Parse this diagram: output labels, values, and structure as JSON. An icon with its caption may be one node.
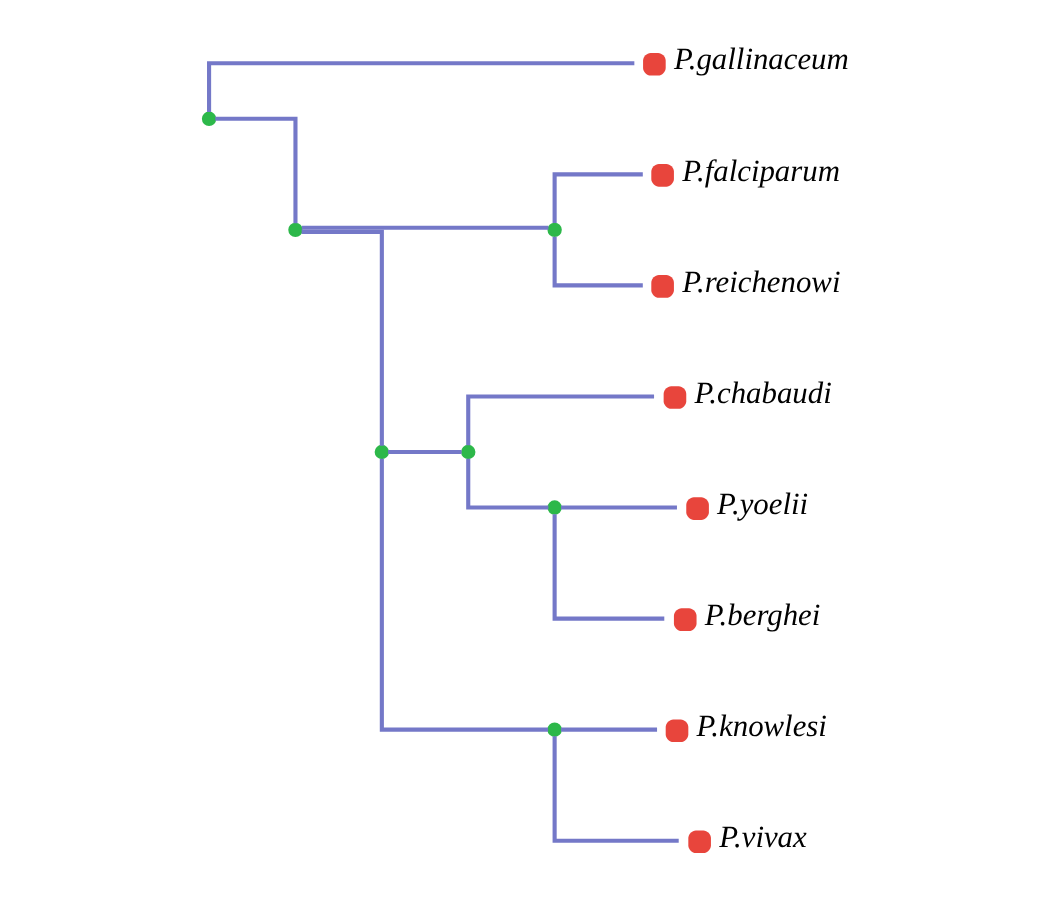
{
  "diagram": {
    "nodes": [
      {
        "text": [],
        "shape": "circle"
      },
      {
        "text": [],
        "shape": "circle",
        "beside": [
          "P.gallinaceum"
        ]
      },
      {
        "text": [],
        "shape": "circle"
      },
      {
        "text": [],
        "shape": "circle"
      },
      {
        "text": [],
        "shape": "circle",
        "beside": [
          "P.falciparum"
        ]
      },
      {
        "text": [],
        "shape": "circle",
        "beside": [
          "P.reichenowi"
        ]
      },
      {
        "text": [],
        "shape": "circle"
      },
      {
        "text": [],
        "shape": "circle"
      },
      {
        "text": [],
        "shape": "circle",
        "beside": [
          "P.chabaudi"
        ]
      },
      {
        "text": [],
        "shape": "circle"
      },
      {
        "text": [],
        "shape": "circle",
        "beside": [
          "P.yoelii"
        ]
      },
      {
        "text": [],
        "shape": "circle",
        "beside": [
          "P.berghei"
        ]
      },
      {
        "text": [],
        "shape": "circle"
      },
      {
        "text": [],
        "shape": "circle",
        "beside": [
          "P.knowlesi"
        ]
      },
      {
        "text": [],
        "shape": "circle",
        "beside": [
          "P.vivax"
        ]
      }
    ],
    "edges": [
      {
        "from": 0,
        "to": 1,
        "arrow": "none"
      },
      {
        "from": 0,
        "to": 2,
        "arrow": "none"
      },
      {
        "from": 2,
        "to": 3,
        "arrow": "none"
      },
      {
        "from": 3,
        "to": 4,
        "arrow": "none"
      },
      {
        "from": 3,
        "to": 5,
        "arrow": "none"
      },
      {
        "from": 2,
        "to": 6,
        "arrow": "none"
      },
      {
        "from": 6,
        "to": 7,
        "arrow": "none"
      },
      {
        "from": 7,
        "to": 8,
        "arrow": "none"
      },
      {
        "from": 7,
        "to": 9,
        "arrow": "none"
      },
      {
        "from": 9,
        "to": 10,
        "arrow": "none"
      },
      {
        "from": 9,
        "to": 11,
        "arrow": "none"
      },
      {
        "from": 6,
        "to": 12,
        "arrow": "none"
      },
      {
        "from": 12,
        "to": 13,
        "arrow": "none"
      },
      {
        "from": 12,
        "to": 14,
        "arrow": "none"
      }
    ]
  }
}
